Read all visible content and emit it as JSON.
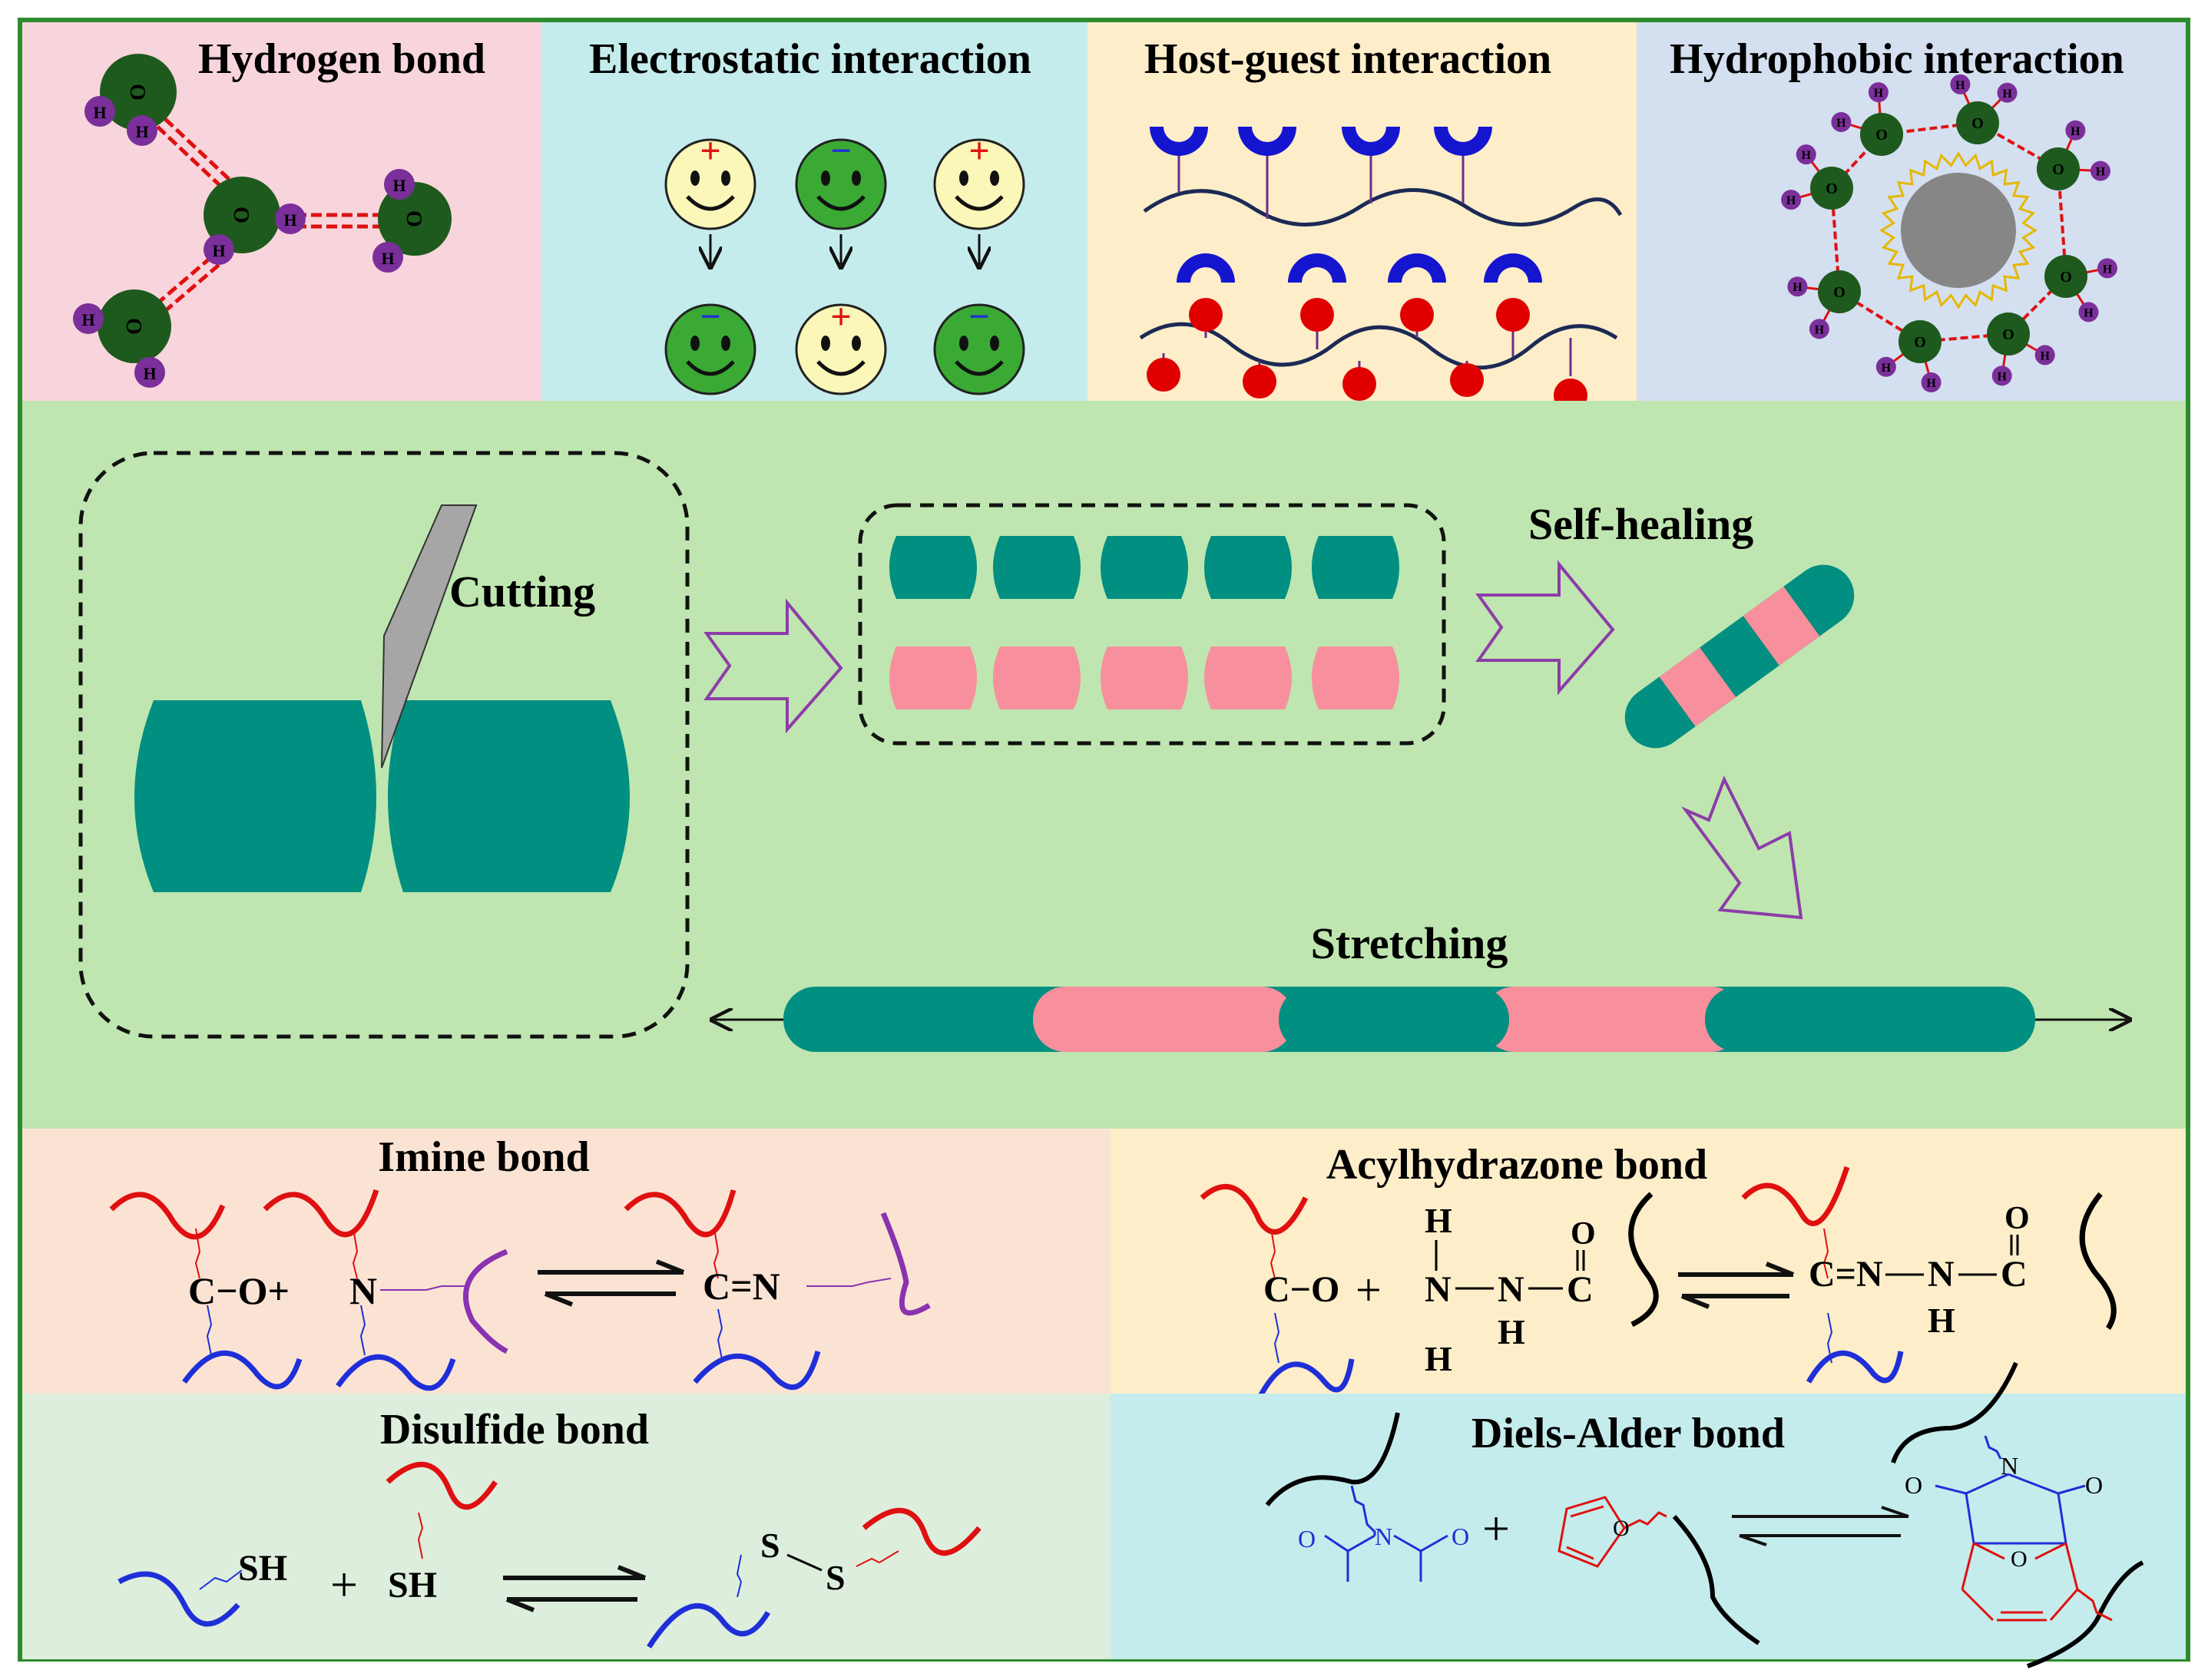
{
  "colors": {
    "frame": "#2e8b2e",
    "panel_hbond": "#f8d5dc",
    "panel_electro": "#c5ecec",
    "panel_hostguest": "#fdedc9",
    "panel_hydrophobic": "#d4dff0",
    "panel_center": "#bfe6b0",
    "panel_imine": "#fbe3d4",
    "panel_acyl": "#fdedc9",
    "panel_disulfide": "#ddeedd",
    "panel_diels": "#c5ecec",
    "teal": "#008f80",
    "pink": "#f7909c",
    "arrow_outline": "#8c3ca8",
    "dark_green": "#1e5a1e",
    "purple": "#7b2f9a",
    "red_bond": "#e01010",
    "host_blue": "#1515d0",
    "guest_red": "#e00000",
    "chain_purple": "#6a2e8a",
    "chain_red": "#e01010",
    "chain_blue": "#1f2fd8",
    "chain_violet": "#8a32b0",
    "chain_black": "#000000"
  },
  "top": {
    "hydrogen_bond": {
      "title": "Hydrogen bond",
      "atom_o": "O",
      "atom_h": "H"
    },
    "electrostatic": {
      "title": "Electrostatic interaction",
      "plus": "+",
      "minus": "−",
      "top_row": [
        "+",
        "−",
        "+"
      ],
      "bottom_row": [
        "−",
        "+",
        "−"
      ]
    },
    "host_guest": {
      "title": "Host-guest interaction"
    },
    "hydrophobic": {
      "title": "Hydrophobic  interaction",
      "atom_o": "O",
      "atom_h": "H"
    }
  },
  "middle": {
    "cutting": "Cutting",
    "self_healing": "Self-healing",
    "stretching": "Stretching"
  },
  "bottom": {
    "imine": {
      "title": "Imine bond",
      "reactant1": "C−O+",
      "reactant2": "N",
      "product": "C=N"
    },
    "acylhydrazone": {
      "title": "Acylhydrazone bond",
      "reactant1": "C−O",
      "plus": "+",
      "h_top": "H",
      "n1": "N",
      "n2": "N",
      "h_under_n1": "H",
      "h_under_n2": "H",
      "carbonyl_c": "C",
      "carbonyl_o": "O",
      "product_cn": "C=N",
      "product_n": "N",
      "product_h": "H",
      "product_c": "C",
      "product_o": "O"
    },
    "disulfide": {
      "title": "Disulfide bond",
      "sh1": "SH",
      "plus": "+",
      "sh2": "SH",
      "s1": "S",
      "s2": "S"
    },
    "diels_alder": {
      "title": "Diels-Alder bond",
      "n": "N",
      "o": "O",
      "plus": "+"
    }
  }
}
